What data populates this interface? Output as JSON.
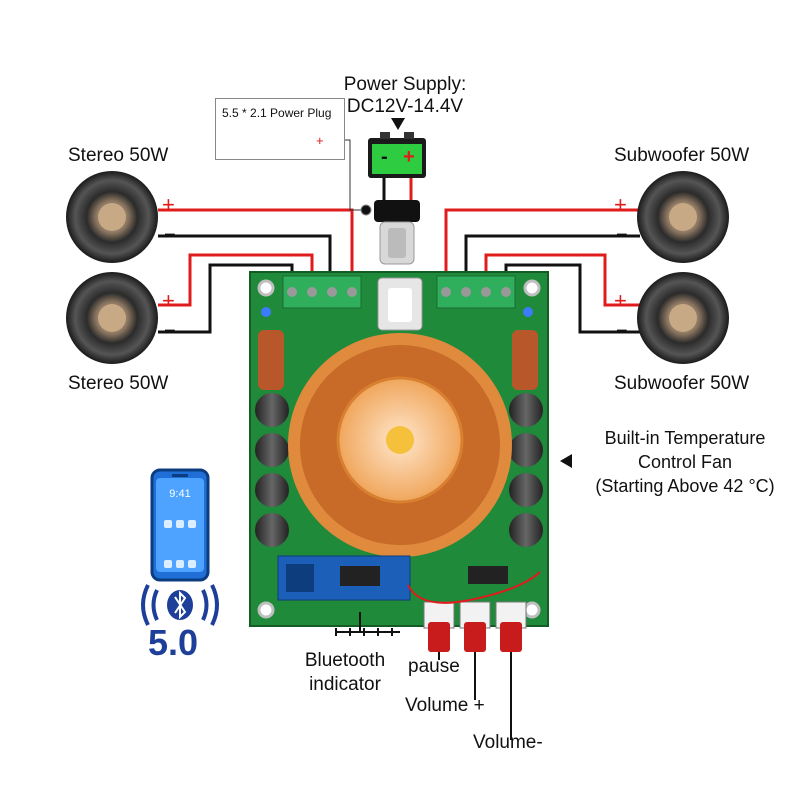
{
  "power_supply": {
    "title": "Power Supply:",
    "voltage": "DC12V-14.4V"
  },
  "power_plug": {
    "label": "5.5 * 2.1 Power Plug",
    "plus": "+"
  },
  "battery": {
    "minus": "-",
    "plus": "+"
  },
  "speakers": {
    "left_top": "Stereo 50W",
    "left_bottom": "Stereo 50W",
    "right_top": "Subwoofer 50W",
    "right_bottom": "Subwoofer 50W"
  },
  "polarity": {
    "plus": "+",
    "minus": "−"
  },
  "fan": {
    "line1": "Built-in Temperature",
    "line2": "Control Fan",
    "line3": "(Starting Above 42 °C)"
  },
  "phone": {
    "time": "9:41"
  },
  "bluetooth": {
    "version": "5.0"
  },
  "controls": {
    "bluetooth_indicator_line1": "Bluetooth",
    "bluetooth_indicator_line2": "indicator",
    "pause": "pause",
    "volume_plus": "Volume +",
    "volume_minus": "Volume-"
  },
  "colors": {
    "wire_red": "#e01b1b",
    "wire_black": "#111111",
    "pcb": "#1f8a3a",
    "bt_blue": "#1d3f9a"
  }
}
